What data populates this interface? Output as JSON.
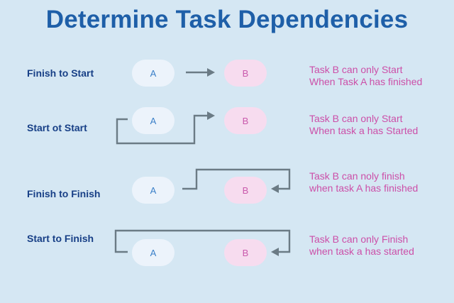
{
  "title": "Determine Task Dependencies",
  "dependencies": [
    {
      "label": "Finish to Start",
      "task_a": "A",
      "task_b": "B",
      "description": [
        "Task B can only Start",
        "When Task A has finished"
      ]
    },
    {
      "label": "Start ot Start",
      "task_a": "A",
      "task_b": "B",
      "description": [
        "Task B can only Start",
        "When task a has Started"
      ]
    },
    {
      "label": "Finish to Finish",
      "task_a": "A",
      "task_b": "B",
      "description": [
        "Task B can noly finish",
        "when task A has finished"
      ]
    },
    {
      "label": "Start to Finish",
      "task_a": "A",
      "task_b": "B",
      "description": [
        "Task B can only Finish",
        "when task a has started"
      ]
    }
  ],
  "colors": {
    "background": "#d5e7f3",
    "title": "#1e5fa8",
    "label": "#173f86",
    "task_a_fill": "#ecf3fb",
    "task_a_text": "#3a7fc8",
    "task_b_fill": "#f7dcef",
    "task_b_text": "#c95aac",
    "description": "#cc4fa8",
    "connector": "#6b7b85"
  }
}
